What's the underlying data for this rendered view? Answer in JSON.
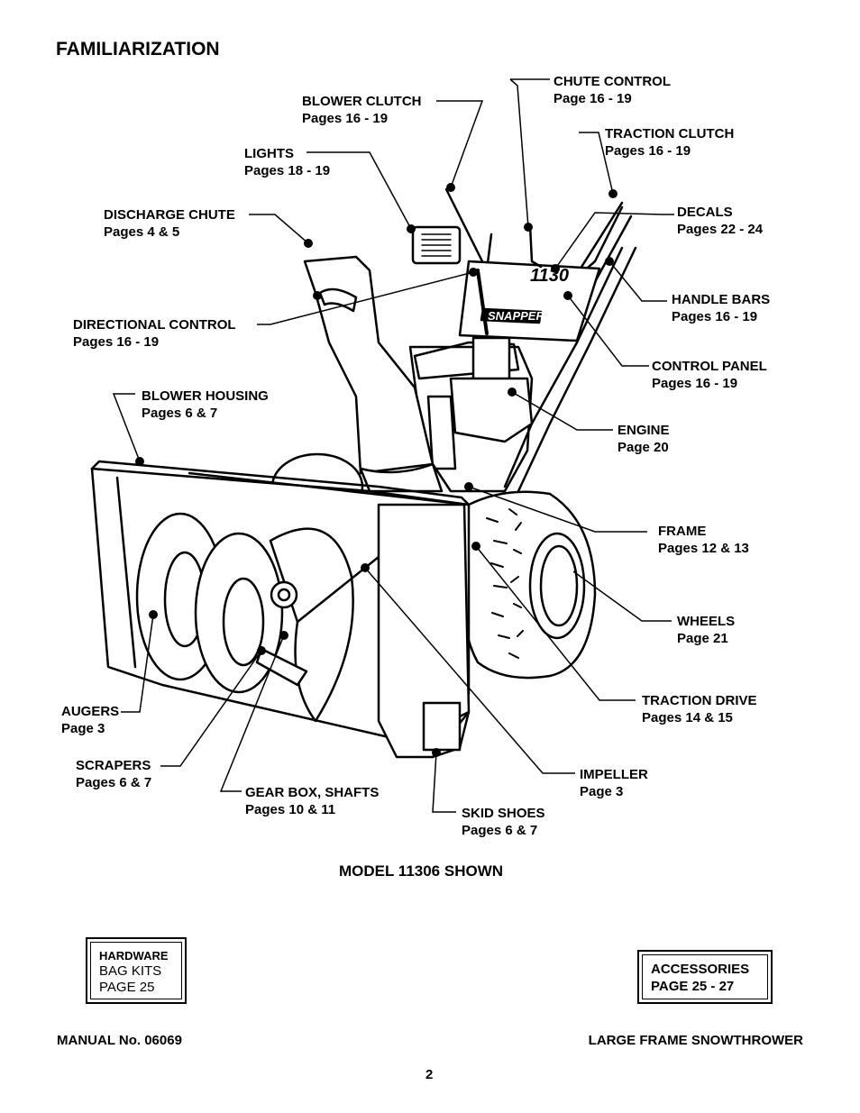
{
  "page_title": "FAMILIARIZATION",
  "labels": {
    "chute_control": {
      "name": "CHUTE CONTROL",
      "pages": "Page 16 - 19"
    },
    "blower_clutch": {
      "name": "BLOWER CLUTCH",
      "pages": "Pages 16 - 19"
    },
    "traction_clutch": {
      "name": "TRACTION CLUTCH",
      "pages": "Pages 16 - 19"
    },
    "lights": {
      "name": "LIGHTS",
      "pages": "Pages 18 - 19"
    },
    "discharge_chute": {
      "name": "DISCHARGE CHUTE",
      "pages": "Pages 4 & 5"
    },
    "decals": {
      "name": "DECALS",
      "pages": "Pages 22 - 24"
    },
    "handle_bars": {
      "name": "HANDLE BARS",
      "pages": "Pages 16 - 19"
    },
    "directional_control": {
      "name": "DIRECTIONAL CONTROL",
      "pages": "Pages 16 - 19"
    },
    "control_panel": {
      "name": "CONTROL PANEL",
      "pages": "Pages 16 - 19"
    },
    "blower_housing": {
      "name": "BLOWER HOUSING",
      "pages": "Pages 6 & 7"
    },
    "engine": {
      "name": "ENGINE",
      "pages": "Page 20"
    },
    "frame": {
      "name": "FRAME",
      "pages": "Pages 12 & 13"
    },
    "wheels": {
      "name": "WHEELS",
      "pages": "Page 21"
    },
    "traction_drive": {
      "name": "TRACTION DRIVE",
      "pages": "Pages 14 & 15"
    },
    "augers": {
      "name": "AUGERS",
      "pages": "Page 3"
    },
    "scrapers": {
      "name": "SCRAPERS",
      "pages": "Pages 6 & 7"
    },
    "impeller": {
      "name": "IMPELLER",
      "pages": "Page 3"
    },
    "gear_box": {
      "name": "GEAR BOX, SHAFTS",
      "pages": "Pages 10 & 11"
    },
    "skid_shoes": {
      "name": "SKID SHOES",
      "pages": "Pages 6 & 7"
    }
  },
  "drawing_text": {
    "brand": "SNAPPER",
    "model_decal": "1130"
  },
  "model_caption": "MODEL 11306 SHOWN",
  "hardware_box": {
    "heading": "HARDWARE",
    "line1": "BAG KITS",
    "line2": "PAGE 25"
  },
  "accessories_box": {
    "line1": "ACCESSORIES",
    "line2": "PAGE 25 - 27"
  },
  "footer": {
    "left": "MANUAL No. 06069",
    "right": "LARGE FRAME SNOWTHROWER",
    "page_number": "2"
  }
}
